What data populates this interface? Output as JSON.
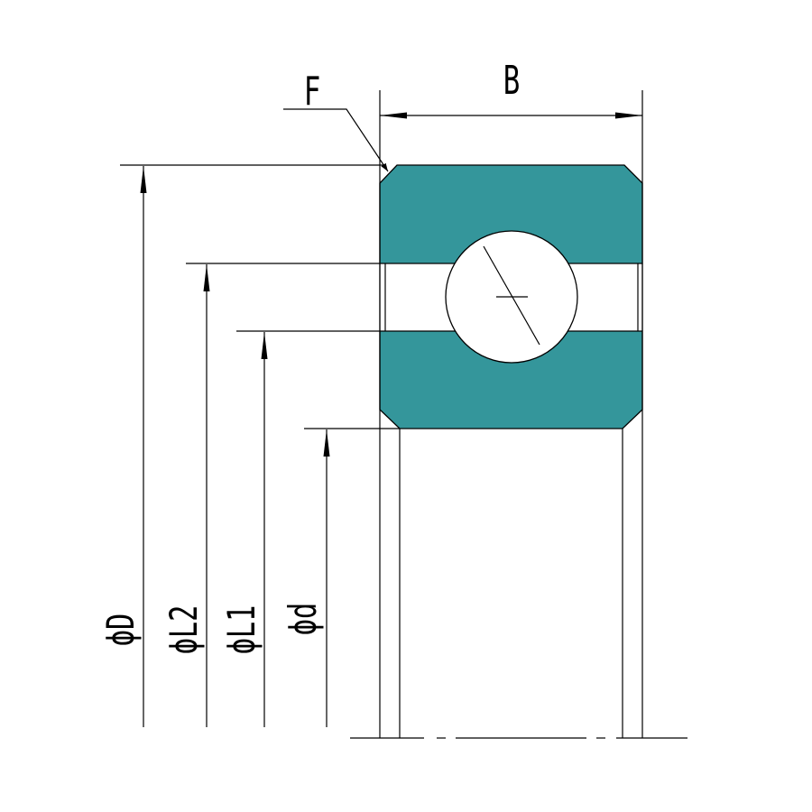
{
  "labels": {
    "width": "B",
    "chamfer": "F",
    "outer_diameter": "ϕD",
    "l2_diameter": "ϕL2",
    "l1_diameter": "ϕL1",
    "bore_diameter": "ϕd"
  },
  "colors": {
    "ring_fill": "#34969b",
    "line": "#000000",
    "background": "#ffffff"
  }
}
